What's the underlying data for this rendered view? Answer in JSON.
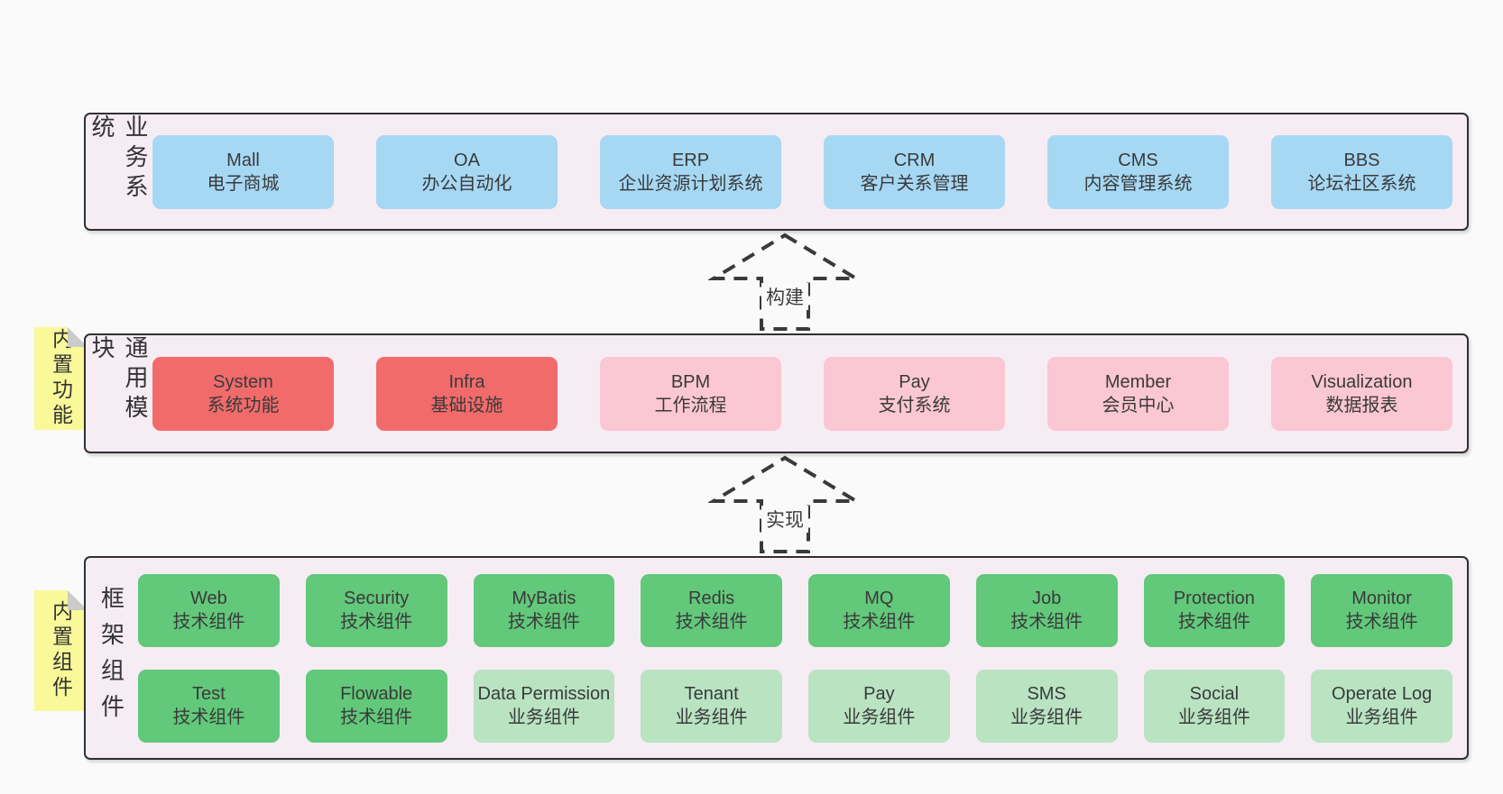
{
  "colors": {
    "pageBg": "#fafafa",
    "bandBg": "#f6ecf4",
    "border": "#303030",
    "text": "#3a3a3a",
    "blue": "#a6d8f4",
    "red": "#f26b6b",
    "pink": "#fbc7d2",
    "green": "#62c87a",
    "lightGreen": "#b9e3c1",
    "sticky": "#faf99a",
    "fold": "#cbcbcb"
  },
  "bands": [
    {
      "label": "业务系统",
      "boxes": [
        {
          "title": "Mall",
          "subtitle": "电子商城",
          "type": "blue"
        },
        {
          "title": "OA",
          "subtitle": "办公自动化",
          "type": "blue"
        },
        {
          "title": "ERP",
          "subtitle": "企业资源计划系统",
          "type": "blue"
        },
        {
          "title": "CRM",
          "subtitle": "客户关系管理",
          "type": "blue"
        },
        {
          "title": "CMS",
          "subtitle": "内容管理系统",
          "type": "blue"
        },
        {
          "title": "BBS",
          "subtitle": "论坛社区系统",
          "type": "blue"
        }
      ]
    },
    {
      "label": "通用模块",
      "sticky": "内置功能",
      "boxes": [
        {
          "title": "System",
          "subtitle": "系统功能",
          "type": "red"
        },
        {
          "title": "Infra",
          "subtitle": "基础设施",
          "type": "red"
        },
        {
          "title": "BPM",
          "subtitle": "工作流程",
          "type": "pink"
        },
        {
          "title": "Pay",
          "subtitle": "支付系统",
          "type": "pink"
        },
        {
          "title": "Member",
          "subtitle": "会员中心",
          "type": "pink"
        },
        {
          "title": "Visualization",
          "subtitle": "数据报表",
          "type": "pink"
        }
      ]
    },
    {
      "label": "框架组件",
      "sticky": "内置组件",
      "rows": [
        {
          "boxes": [
            {
              "title": "Web",
              "subtitle": "技术组件",
              "type": "green"
            },
            {
              "title": "Security",
              "subtitle": "技术组件",
              "type": "green"
            },
            {
              "title": "MyBatis",
              "subtitle": "技术组件",
              "type": "green"
            },
            {
              "title": "Redis",
              "subtitle": "技术组件",
              "type": "green"
            },
            {
              "title": "MQ",
              "subtitle": "技术组件",
              "type": "green"
            },
            {
              "title": "Job",
              "subtitle": "技术组件",
              "type": "green"
            },
            {
              "title": "Protection",
              "subtitle": "技术组件",
              "type": "green"
            },
            {
              "title": "Monitor",
              "subtitle": "技术组件",
              "type": "green"
            }
          ]
        },
        {
          "boxes": [
            {
              "title": "Test",
              "subtitle": "技术组件",
              "type": "green"
            },
            {
              "title": "Flowable",
              "subtitle": "技术组件",
              "type": "green"
            },
            {
              "title": "Data Permission",
              "subtitle": "业务组件",
              "type": "light-green"
            },
            {
              "title": "Tenant",
              "subtitle": "业务组件",
              "type": "light-green"
            },
            {
              "title": "Pay",
              "subtitle": "业务组件",
              "type": "light-green"
            },
            {
              "title": "SMS",
              "subtitle": "业务组件",
              "type": "light-green"
            },
            {
              "title": "Social",
              "subtitle": "业务组件",
              "type": "light-green"
            },
            {
              "title": "Operate Log",
              "subtitle": "业务组件",
              "type": "light-green"
            }
          ]
        }
      ]
    }
  ],
  "arrows": [
    {
      "label": "构建"
    },
    {
      "label": "实现"
    }
  ]
}
